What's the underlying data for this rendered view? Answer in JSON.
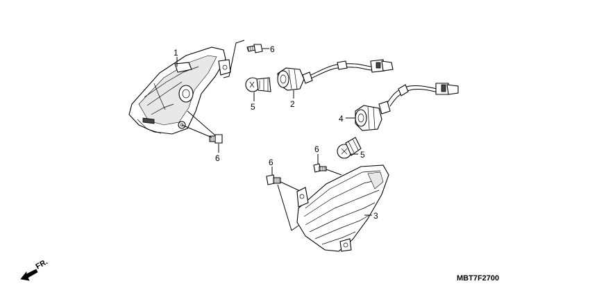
{
  "diagram": {
    "callouts": {
      "c1": "1",
      "c2": "2",
      "c3": "3",
      "c4": "4",
      "c5a": "5",
      "c5b": "5",
      "c6a": "6",
      "c6b": "6",
      "c6c": "6",
      "c6d": "6"
    },
    "front_indicator": "FR.",
    "diagram_code": "MBT7F2700"
  }
}
